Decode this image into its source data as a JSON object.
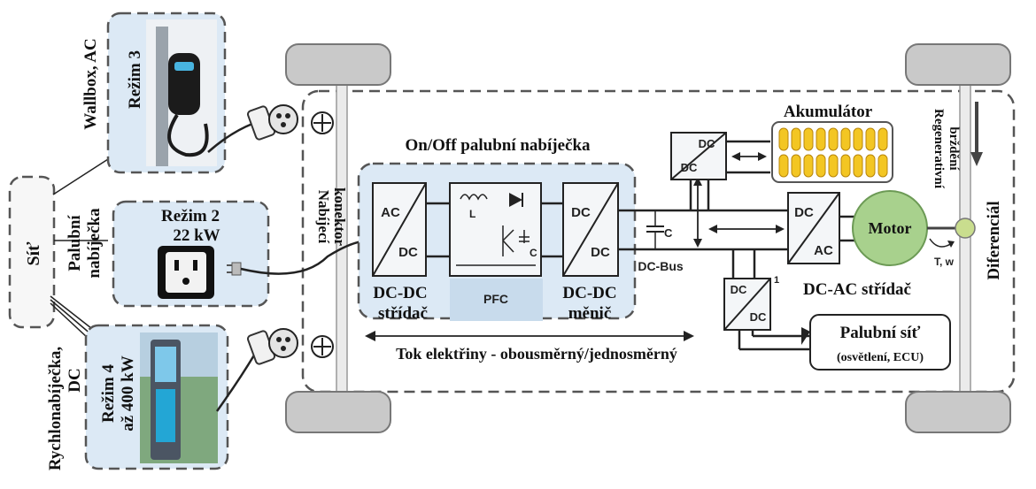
{
  "grid": {
    "label": "Síť"
  },
  "modes": {
    "wallbox": {
      "side_label": "Wallbox, AC",
      "mode_label": "Režim 3"
    },
    "onboard": {
      "side_label_line1": "Palubní",
      "side_label_line2": "nabíječka",
      "mode_label": "Režim 2",
      "power_label": "22 kW"
    },
    "fast": {
      "side_label_line1": "Rychlonabíječka,",
      "side_label_line2": "DC",
      "mode_label": "Režim 4",
      "power_label": "až 400 kW"
    }
  },
  "connector": {
    "label_line1": "Nabíjecí",
    "label_line2": "konektor"
  },
  "charger": {
    "title": "On/Off palubní nabíječka",
    "acdc_top": "AC",
    "acdc_bottom": "DC",
    "pfc_label": "PFC",
    "pfc_l": "L",
    "pfc_c": "C",
    "dcdc_top": "DC",
    "dcdc_bottom": "DC",
    "caption_left_line1": "DC-DC",
    "caption_left_line2": "střídač",
    "caption_right_line1": "DC-DC",
    "caption_right_line2": "měnič"
  },
  "bus": {
    "label": "DC-Bus",
    "cap_label": "C"
  },
  "battery": {
    "title": "Akumulátor",
    "conv_top": "DC",
    "conv_bottom": "DC"
  },
  "inverter": {
    "top": "DC",
    "bottom": "AC",
    "caption": "DC-AC střídač"
  },
  "motor": {
    "label": "Motor",
    "torque_label": "T, w"
  },
  "aux": {
    "conv_top": "DC",
    "conv_bottom": "DC",
    "marker": "1",
    "title": "Palubní síť",
    "subtitle": "(osvětlení, ECU)"
  },
  "flow": {
    "label": "Tok elektřiny  - obousměrný/jednosměrný"
  },
  "regen": {
    "line1": "Regenerativní",
    "line2": "brždění"
  },
  "differential": {
    "label": "Diferenciál"
  },
  "colors": {
    "blue_panel": "#dce9f5",
    "motor_green": "#a8d18d",
    "battery_yellow": "#f3c623"
  }
}
